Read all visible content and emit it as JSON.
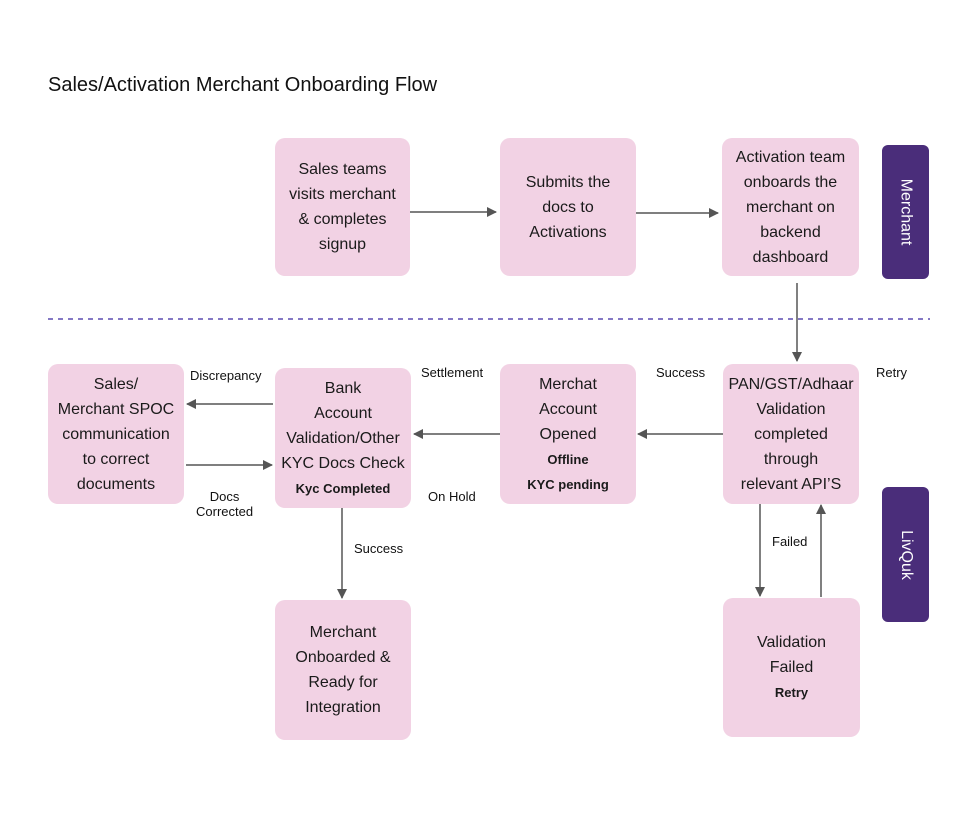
{
  "title": "Sales/Activation Merchant Onboarding Flow",
  "colors": {
    "box_fill": "#f2d2e4",
    "lane_fill": "#4a2d7a",
    "arrow": "#555555",
    "divider": "#5b4bb0"
  },
  "lanes": {
    "merchant": "Merchant",
    "livquk": "LivQuk"
  },
  "nodes": {
    "sales_visit": {
      "text": "Sales teams\nvisits merchant\n& completes\nsignup"
    },
    "submit_docs": {
      "text": "Submits the\ndocs to\nActivations"
    },
    "activation_onboard": {
      "text": "Activation team\nonboards the\nmerchant on\nbackend\ndashboard"
    },
    "pan_validation": {
      "text": "PAN/GST/Adhaar\nValidation\ncompleted\nthrough\nrelevant API’S"
    },
    "account_opened": {
      "text": "Merchat\nAccount\nOpened",
      "sub1": "Offline",
      "sub2": "KYC pending"
    },
    "bank_validation": {
      "text": "Bank\nAccount\nValidation/Other\nKYC Docs Check",
      "sub": "Kyc Completed"
    },
    "spoc": {
      "text": "Sales/\nMerchant SPOC\ncommunication\nto correct\ndocuments"
    },
    "onboarded": {
      "text": "Merchant\nOnboarded &\nReady for\nIntegration"
    },
    "validation_failed": {
      "text": "Validation\nFailed",
      "sub": "Retry"
    }
  },
  "edge_labels": {
    "success_pan": "Success",
    "retry": "Retry",
    "settlement": "Settlement",
    "on_hold": "On Hold",
    "discrepancy": "Discrepancy",
    "docs_corrected": "Docs\nCorrected",
    "success_bank": "Success",
    "failed": "Failed"
  }
}
